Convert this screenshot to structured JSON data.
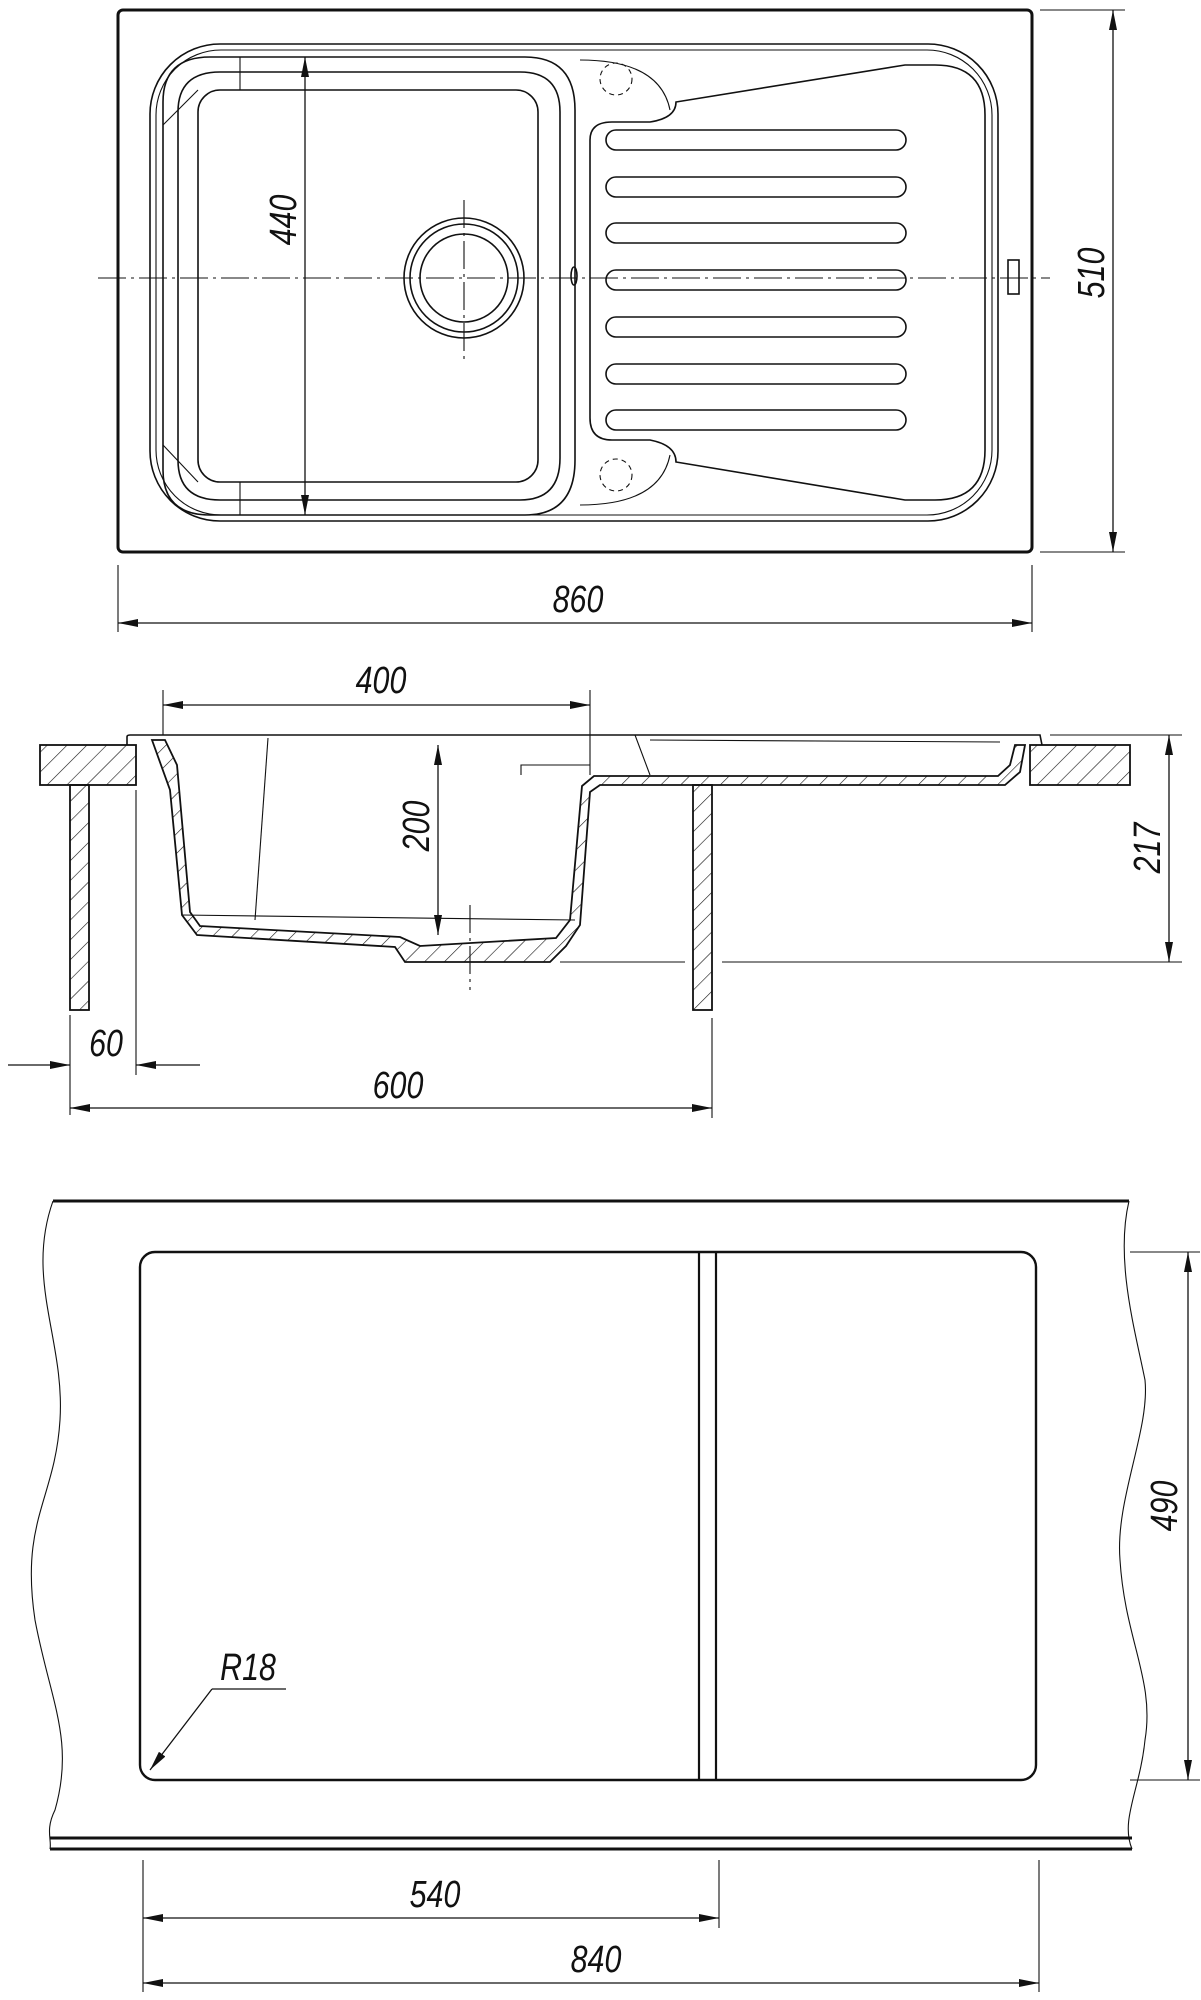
{
  "top_view": {
    "width_label": "860",
    "depth_label": "510",
    "bowl_length_label": "440"
  },
  "section_view": {
    "bowl_width_label": "400",
    "bowl_depth_label": "200",
    "total_height_label": "217",
    "offset_label": "60",
    "cabinet_label": "600"
  },
  "cutout_view": {
    "cutout_depth_label": "490",
    "corner_radius_label": "R18",
    "bowl_cutout_label": "540",
    "cutout_width_label": "840"
  },
  "colors": {
    "line": "#111111",
    "background": "#ffffff"
  }
}
